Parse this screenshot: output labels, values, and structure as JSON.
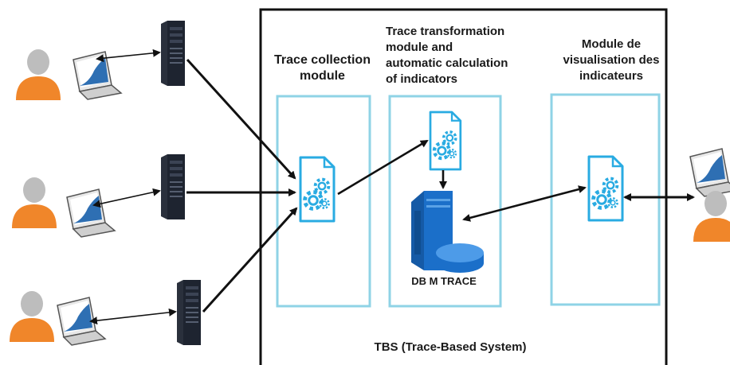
{
  "modules": {
    "collection_title": "Trace collection\nmodule",
    "transformation_title": "Trace transformation\nmodule and\nautomatic calculation\nof indicators",
    "visualisation_title": "Module de\nvisualisation des\nindicateurs"
  },
  "database": {
    "label": "DB M TRACE"
  },
  "system": {
    "label": "TBS (Trace-Based System)"
  },
  "colors": {
    "module_border": "#8fd3e6",
    "gear_blue": "#29abe2",
    "user_orange": "#f0862a",
    "user_head": "#bdbdbd",
    "server_dark": "#1e2430",
    "db_blue": "#1b6fc9",
    "frame": "#111111"
  },
  "icons": [
    "user-icon",
    "laptop-icon",
    "server-icon",
    "gear-document-icon",
    "database-server-icon"
  ]
}
